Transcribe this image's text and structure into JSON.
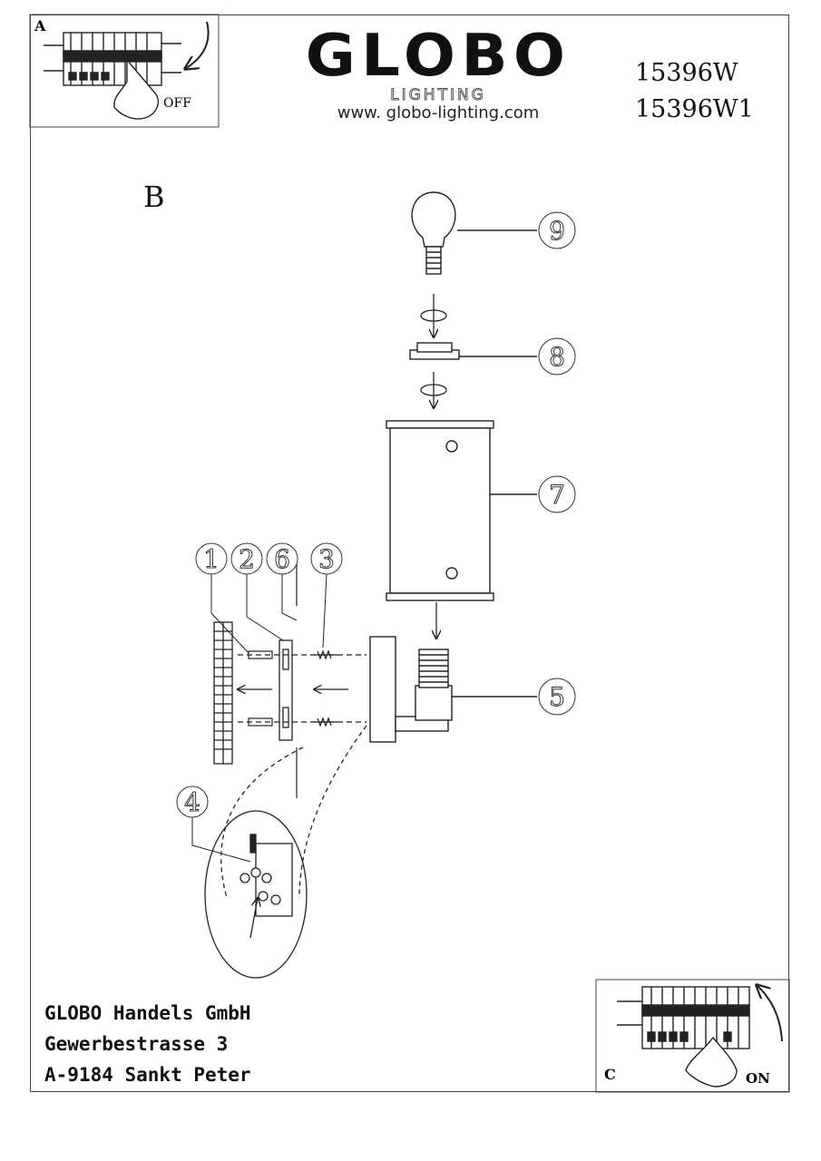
{
  "brand": {
    "name": "GLOBO",
    "subline": "LIGHTING",
    "website": "www. globo-lighting.com"
  },
  "models": [
    "15396W",
    "15396W1"
  ],
  "panels": {
    "a": {
      "letter": "A",
      "state": "OFF"
    },
    "b": {
      "letter": "B"
    },
    "c": {
      "letter": "C",
      "state": "ON"
    }
  },
  "parts": [
    "1",
    "2",
    "6",
    "3",
    "4",
    "5",
    "7",
    "8",
    "9"
  ],
  "address": {
    "company": "GLOBO Handels GmbH",
    "street": "Gewerbestrasse 3",
    "city": "A-9184 Sankt Peter"
  }
}
